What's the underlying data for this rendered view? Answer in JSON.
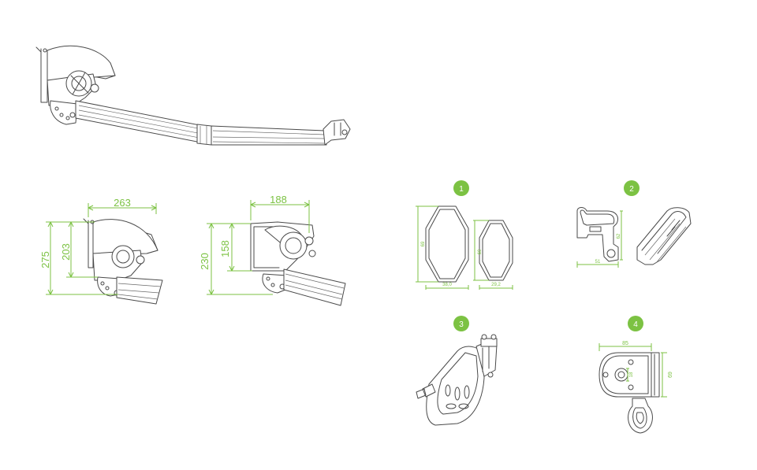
{
  "colors": {
    "accent": "#7cc243",
    "line": "#4a4a4a",
    "background": "#ffffff"
  },
  "side_views": {
    "view_a": {
      "width": "263",
      "height_total": "275",
      "height_inner": "203"
    },
    "view_b": {
      "width": "188",
      "height_total": "230",
      "height_inner": "158"
    }
  },
  "details": [
    {
      "badge": "1",
      "dims": {
        "a_height": "69",
        "a_width": "38,0",
        "b_height": "60",
        "b_width": "29,2"
      }
    },
    {
      "badge": "2",
      "dims": {
        "height": "62",
        "width": "51"
      }
    },
    {
      "badge": "3"
    },
    {
      "badge": "4",
      "dims": {
        "width": "85",
        "height": "69",
        "hole": "18"
      }
    }
  ]
}
